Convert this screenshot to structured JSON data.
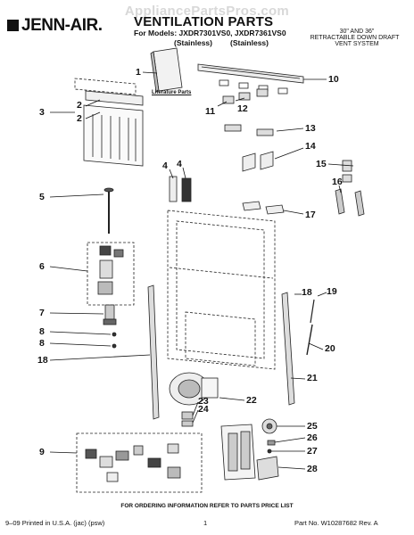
{
  "watermark": "AppliancePartsPros.com",
  "header": {
    "brand": "JENN-AIR.",
    "title": "VENTILATION PARTS",
    "models_line": "For Models: JXDR7301VS0, JXDR7361VS0",
    "finish_left": "(Stainless)",
    "finish_right": "(Stainless)",
    "system_line1": "30\" AND 36\"",
    "system_line2": "RETRACTABLE DOWN DRAFT",
    "system_line3": "VENT SYSTEM"
  },
  "literature_label": "Literature Parts",
  "callouts": [
    {
      "id": "c1",
      "label": "1"
    },
    {
      "id": "c2a",
      "label": "2"
    },
    {
      "id": "c2b",
      "label": "2"
    },
    {
      "id": "c3",
      "label": "3"
    },
    {
      "id": "c4a",
      "label": "4"
    },
    {
      "id": "c4b",
      "label": "4"
    },
    {
      "id": "c5",
      "label": "5"
    },
    {
      "id": "c6",
      "label": "6"
    },
    {
      "id": "c7",
      "label": "7"
    },
    {
      "id": "c8a",
      "label": "8"
    },
    {
      "id": "c8b",
      "label": "8"
    },
    {
      "id": "c9",
      "label": "9"
    },
    {
      "id": "c10",
      "label": "10"
    },
    {
      "id": "c11",
      "label": "11"
    },
    {
      "id": "c12",
      "label": "12"
    },
    {
      "id": "c13",
      "label": "13"
    },
    {
      "id": "c14",
      "label": "14"
    },
    {
      "id": "c15",
      "label": "15"
    },
    {
      "id": "c16",
      "label": "16"
    },
    {
      "id": "c17",
      "label": "17"
    },
    {
      "id": "c18a",
      "label": "18"
    },
    {
      "id": "c18b",
      "label": "18"
    },
    {
      "id": "c19",
      "label": "19"
    },
    {
      "id": "c20",
      "label": "20"
    },
    {
      "id": "c21",
      "label": "21"
    },
    {
      "id": "c22",
      "label": "22"
    },
    {
      "id": "c23",
      "label": "23"
    },
    {
      "id": "c24",
      "label": "24"
    },
    {
      "id": "c25",
      "label": "25"
    },
    {
      "id": "c26",
      "label": "26"
    },
    {
      "id": "c27",
      "label": "27"
    },
    {
      "id": "c28",
      "label": "28"
    }
  ],
  "footer": {
    "ordering": "FOR ORDERING INFORMATION REFER TO PARTS PRICE LIST",
    "printed": "9–09 Printed in U.S.A. (jac) (psw)",
    "page": "1",
    "part_no": "Part No. W10287682 Rev. A"
  }
}
